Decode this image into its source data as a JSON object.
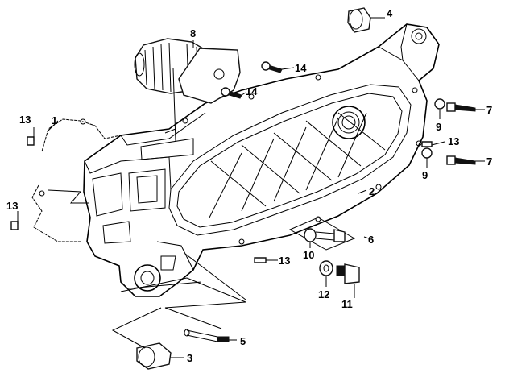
{
  "callouts": [
    {
      "id": "c1",
      "label": "1"
    },
    {
      "id": "c2",
      "label": "2"
    },
    {
      "id": "c3",
      "label": "3"
    },
    {
      "id": "c4",
      "label": "4"
    },
    {
      "id": "c5",
      "label": "5"
    },
    {
      "id": "c6",
      "label": "6"
    },
    {
      "id": "c7a",
      "label": "7"
    },
    {
      "id": "c7b",
      "label": "7"
    },
    {
      "id": "c8",
      "label": "8"
    },
    {
      "id": "c9a",
      "label": "9"
    },
    {
      "id": "c9b",
      "label": "9"
    },
    {
      "id": "c10",
      "label": "10"
    },
    {
      "id": "c11",
      "label": "11"
    },
    {
      "id": "c12",
      "label": "12"
    },
    {
      "id": "c13a",
      "label": "13"
    },
    {
      "id": "c13b",
      "label": "13"
    },
    {
      "id": "c13c",
      "label": "13"
    },
    {
      "id": "c13d",
      "label": "13"
    },
    {
      "id": "c14a",
      "label": "14"
    },
    {
      "id": "c14b",
      "label": "14"
    }
  ]
}
